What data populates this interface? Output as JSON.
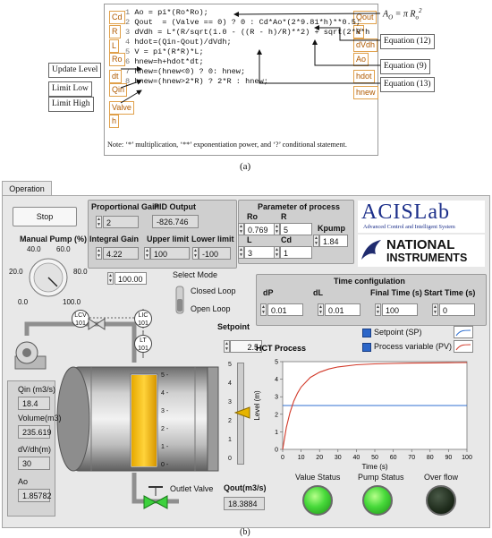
{
  "figure_a": {
    "ports_left": [
      "Cd",
      "R",
      "L",
      "Ro",
      "dt",
      "Qin",
      "Valve",
      "h"
    ],
    "ports_right": [
      "Qout",
      "V",
      "dVdh",
      "Ao",
      "hdot",
      "hnew"
    ],
    "code_lines": [
      {
        "n": "1",
        "text": "Ao = pi*(Ro*Ro);"
      },
      {
        "n": "2",
        "text": "Qout  = (Valve == 0) ? 0 : Cd*Ao*(2*9.81*h)**0.5;"
      },
      {
        "n": "3",
        "text": "dVdh = L*(R/sqrt(1.0 - ((R - h)/R)**2) + sqrt(2*R*h"
      },
      {
        "n": "4",
        "text": "hdot=(Qin-Qout)/dVdh;"
      },
      {
        "n": "5",
        "text": "V = pi*(R*R)*L;"
      },
      {
        "n": "6",
        "text": "hnew=h+hdot*dt;"
      },
      {
        "n": "7",
        "text": "hnew=(hnew<0) ? 0: hnew;"
      },
      {
        "n": "8",
        "text": "hnew=(hnew>2*R) ? 2*R : hnew;"
      }
    ],
    "callouts": {
      "update_level": "Update Level",
      "limit_low": "Limit Low",
      "limit_high": "Limit High",
      "eq12": "Equation (12)",
      "eq9": "Equation (9)",
      "eq13": "Equation (13)",
      "ao_formula": "A",
      "ao_formula_sub": "O",
      "ao_formula_rest": " = π R",
      "ao_formula_sub2": "o",
      "ao_formula_sup": "2"
    },
    "note": "Note: ‘*’ multiplication, ‘**’ exponentiation power, and ‘?’ conditional statement.",
    "caption": "(a)"
  },
  "tab": {
    "label": "Operation"
  },
  "controls": {
    "stop_label": "Stop",
    "manual_pump_label": "Manual Pump (%)",
    "knob_ticks": [
      "40.0",
      "60.0",
      "20.0",
      "80.0",
      "0.0",
      "100.0"
    ],
    "manual_pump_value": "100.00",
    "manual_pump_fraction": 1.0,
    "proportional_gain_label": "Proportional Gain",
    "proportional_gain_value": "2",
    "pid_output_label": "PID Output",
    "pid_output_value": "-826.746",
    "integral_gain_label": "Integral Gain",
    "integral_gain_value": "4.22",
    "upper_limit_label": "Upper limit",
    "upper_limit_value": "100",
    "lower_limit_label": "Lower limit",
    "lower_limit_value": "-100",
    "select_mode_label": "Select Mode",
    "closed_loop_label": "Closed Loop",
    "open_loop_label": "Open Loop"
  },
  "process_params": {
    "title": "Parameter of process",
    "ro_label": "Ro",
    "ro_value": "0.769",
    "r_label": "R",
    "r_value": "5",
    "kpump_label": "Kpump",
    "kpump_value": "1.84",
    "l_label": "L",
    "l_value": "3",
    "cd_label": "Cd",
    "cd_value": "1"
  },
  "logos": {
    "acis": "ACISLab",
    "acis_sub": "Advanced Control and Intelligent System",
    "ni_line1": "NATIONAL",
    "ni_line2": "INSTRUMENTS"
  },
  "time_config": {
    "title": "Time configulation",
    "dp_label": "dP",
    "dp_value": "0.01",
    "dl_label": "dL",
    "dl_value": "0.01",
    "final_label": "Final Time (s)",
    "final_value": "100",
    "start_label": "Start Time (s)",
    "start_value": "0"
  },
  "plant": {
    "lcv": "LCV\n101",
    "lic": "LIC\n101",
    "lt": "LT\n101",
    "qin_label": "Qin (m3/s)",
    "qin_value": "18.4",
    "volume_label": "Volume(m3)",
    "volume_value": "235.619",
    "dvdh_label": "dV/dh(m)",
    "dvdh_value": "30",
    "ao_label": "Ao",
    "ao_value": "1.85782",
    "outlet_valve_label": "Outlet Valve",
    "qout_label": "Qout(m3/s)",
    "qout_value": "18.3884",
    "tank_scale": [
      "5",
      "4",
      "3",
      "2",
      "1",
      "0"
    ],
    "level_fraction": 1.0,
    "setpoint_label": "Setpoint",
    "setpoint_value": "2.5",
    "slider_scale": [
      "5",
      "4",
      "3",
      "2",
      "1",
      "0"
    ],
    "setpoint_fraction": 0.5
  },
  "legend": {
    "sp_label": "Setpoint (SP)",
    "pv_label": "Process variable (PV)"
  },
  "chart_data": {
    "type": "line",
    "title": "HCT Process",
    "xlabel": "Time (s)",
    "ylabel": "Level (m)",
    "xlim": [
      0,
      100
    ],
    "ylim": [
      0,
      5
    ],
    "x_ticks": [
      "0",
      "10",
      "20",
      "30",
      "40",
      "50",
      "60",
      "70",
      "80",
      "90",
      "100"
    ],
    "y_ticks": [
      "0",
      "1",
      "2",
      "3",
      "4",
      "5"
    ],
    "series": [
      {
        "name": "Setpoint (SP)",
        "color": "#2f6fd0",
        "x": [
          0,
          100
        ],
        "y": [
          2.5,
          2.5
        ]
      },
      {
        "name": "Process variable (PV)",
        "color": "#d23a2a",
        "x": [
          0,
          2,
          4,
          6,
          8,
          10,
          15,
          20,
          25,
          30,
          40,
          50,
          60,
          70,
          80,
          90,
          100
        ],
        "y": [
          0,
          1.25,
          2.1,
          2.75,
          3.2,
          3.55,
          4.1,
          4.4,
          4.58,
          4.7,
          4.82,
          4.87,
          4.9,
          4.92,
          4.93,
          4.94,
          4.95
        ]
      }
    ],
    "grid": false,
    "legend": "top-right"
  },
  "status": {
    "value_status_label": "Value Status",
    "value_status_on": true,
    "pump_status_label": "Pump Status",
    "pump_status_on": true,
    "overflow_label": "Over flow",
    "overflow_on": false
  },
  "caption_b": "(b)"
}
